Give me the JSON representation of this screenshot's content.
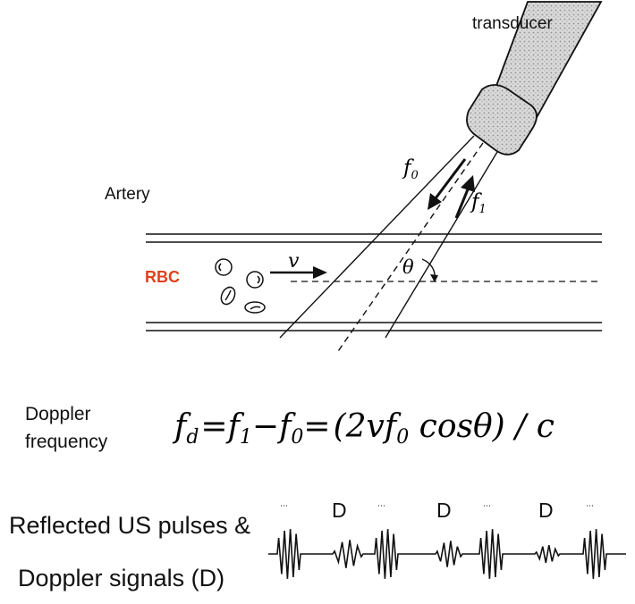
{
  "labels": {
    "transducer": "transducer",
    "artery": "Artery",
    "rbc": "RBC",
    "doppler_line1": "Doppler",
    "doppler_line2": "frequency",
    "reflected_line1": "Reflected US pulses &",
    "reflected_line2": "Doppler signals (D)",
    "d_marker": "D"
  },
  "symbols": {
    "f0": "f",
    "f0_sub": "0",
    "f1": "f",
    "f1_sub": "1",
    "velocity": "v",
    "angle": "θ"
  },
  "formula": {
    "fd": "f",
    "fd_sub": "d",
    "eq1": "=",
    "f1": "f",
    "f1_sub": "1",
    "minus": "−",
    "f0": "f",
    "f0_sub": "0",
    "eq2": "=",
    "open": "(2",
    "v": "v",
    "f": "f",
    "f_sub": "0",
    "cos": " cos",
    "theta": "θ",
    "close": ")",
    "slash": " / ",
    "c": "c"
  },
  "colors": {
    "rbc_label": "#e2401c",
    "transducer_fill": "#cfcfcf",
    "line": "#111111"
  }
}
